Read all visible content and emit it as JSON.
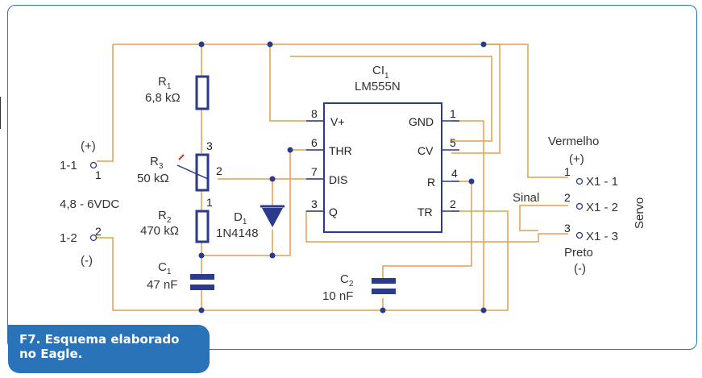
{
  "caption": {
    "line1": "F7. Esquema elaborado",
    "line2": "no Eagle."
  },
  "ic": {
    "ref": "CI",
    "ref_sub": "1",
    "part": "LM555N",
    "pins_left": [
      {
        "num": "8",
        "name": "V+"
      },
      {
        "num": "6",
        "name": "THR"
      },
      {
        "num": "7",
        "name": "DIS"
      },
      {
        "num": "3",
        "name": "Q"
      }
    ],
    "pins_right": [
      {
        "num": "1",
        "name": "GND"
      },
      {
        "num": "5",
        "name": "CV"
      },
      {
        "num": "4",
        "name": "R"
      },
      {
        "num": "2",
        "name": "TR"
      }
    ]
  },
  "r1": {
    "ref": "R",
    "sub": "1",
    "value": "6,8 kΩ"
  },
  "r3": {
    "ref": "R",
    "sub": "3",
    "value": "50 kΩ",
    "pin_top": "3",
    "pin_wiper": "2",
    "pin_bottom": "1"
  },
  "r2": {
    "ref": "R",
    "sub": "2",
    "value": "470 kΩ"
  },
  "d1": {
    "ref": "D",
    "sub": "1",
    "value": "1N4148"
  },
  "c1": {
    "ref": "C",
    "sub": "1",
    "value": "47 nF"
  },
  "c2": {
    "ref": "C",
    "sub": "2",
    "value": "10 nF"
  },
  "supply": {
    "plus": "(+)",
    "minus": "(-)",
    "pin1": "1-1",
    "pin1_num": "1",
    "pin2": "1-2",
    "pin2_num": "2",
    "voltage": "4,8 - 6VDC"
  },
  "servo": {
    "label": "Servo",
    "red": "Vermelho",
    "red_sign": "(+)",
    "signal": "Sinal",
    "black": "Preto",
    "black_sign": "(-)",
    "x1": "X1 - 1",
    "x2": "X1 - 2",
    "x3": "X1 - 3",
    "n1": "1",
    "n2": "2",
    "n3": "3"
  },
  "colors": {
    "wire": "#e0a04c",
    "component": "#2a3a8c",
    "frame": "#2a73b8"
  }
}
